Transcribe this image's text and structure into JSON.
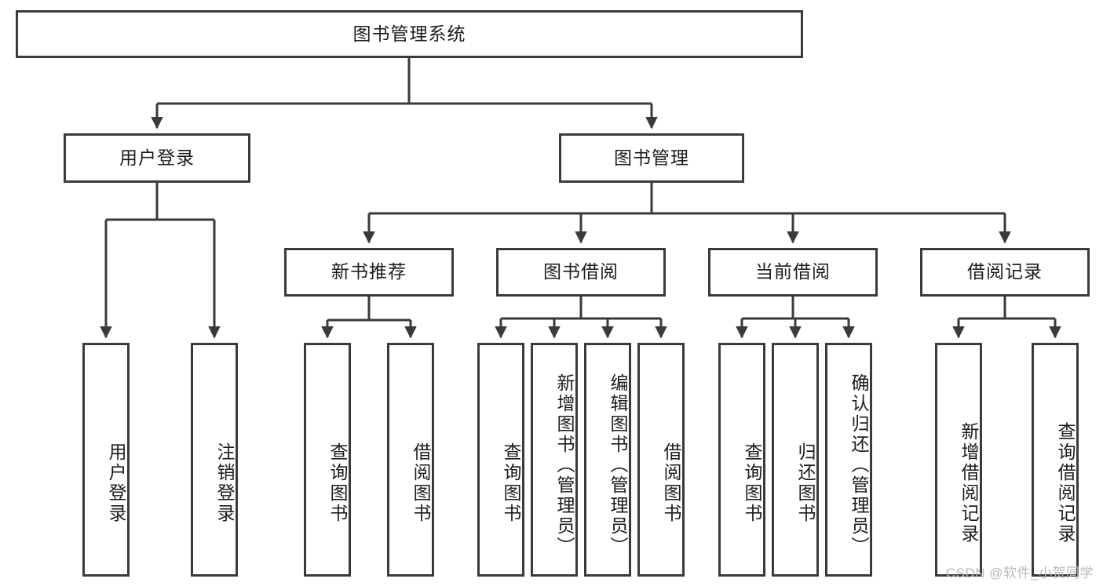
{
  "diagram": {
    "type": "tree-hierarchy-chart",
    "title": "图书管理系统",
    "root": {
      "id": "root",
      "label": "图书管理系统"
    },
    "level2": [
      {
        "id": "user-login",
        "label": "用户登录"
      },
      {
        "id": "book-management",
        "label": "图书管理"
      }
    ],
    "level3": [
      {
        "id": "new-book-recommend",
        "label": "新书推荐",
        "parent": "book-management"
      },
      {
        "id": "book-borrow",
        "label": "图书借阅",
        "parent": "book-management"
      },
      {
        "id": "current-borrow",
        "label": "当前借阅",
        "parent": "book-management"
      },
      {
        "id": "borrow-record",
        "label": "借阅记录",
        "parent": "book-management"
      }
    ],
    "leaves": [
      {
        "id": "leaf-user-login",
        "label": "用户登录",
        "parent": "user-login"
      },
      {
        "id": "leaf-logout-login",
        "label": "注销登录",
        "parent": "user-login"
      },
      {
        "id": "leaf-query-book-1",
        "label": "查询图书",
        "parent": "new-book-recommend"
      },
      {
        "id": "leaf-borrow-book-1",
        "label": "借阅图书",
        "parent": "new-book-recommend"
      },
      {
        "id": "leaf-query-book-2",
        "label": "查询图书",
        "parent": "book-borrow"
      },
      {
        "id": "leaf-add-book",
        "label": "新增图书（管理员）",
        "parent": "book-borrow"
      },
      {
        "id": "leaf-edit-book",
        "label": "编辑图书（管理员）",
        "parent": "book-borrow"
      },
      {
        "id": "leaf-borrow-book-2",
        "label": "借阅图书",
        "parent": "book-borrow"
      },
      {
        "id": "leaf-query-book-3",
        "label": "查询图书",
        "parent": "current-borrow"
      },
      {
        "id": "leaf-return-book",
        "label": "归还图书",
        "parent": "current-borrow"
      },
      {
        "id": "leaf-confirm-return",
        "label": "确认归还（管理员）",
        "parent": "current-borrow"
      },
      {
        "id": "leaf-add-record",
        "label": "新增借阅记录",
        "parent": "borrow-record"
      },
      {
        "id": "leaf-query-record",
        "label": "查询借阅记录",
        "parent": "borrow-record"
      }
    ],
    "colors": {
      "stroke": "#3a3a3a",
      "background": "#ffffff",
      "text": "#1c1c1c",
      "watermark": "#b9b9b9"
    }
  },
  "watermark": {
    "text": "CSDN @软件_小贺同学"
  }
}
